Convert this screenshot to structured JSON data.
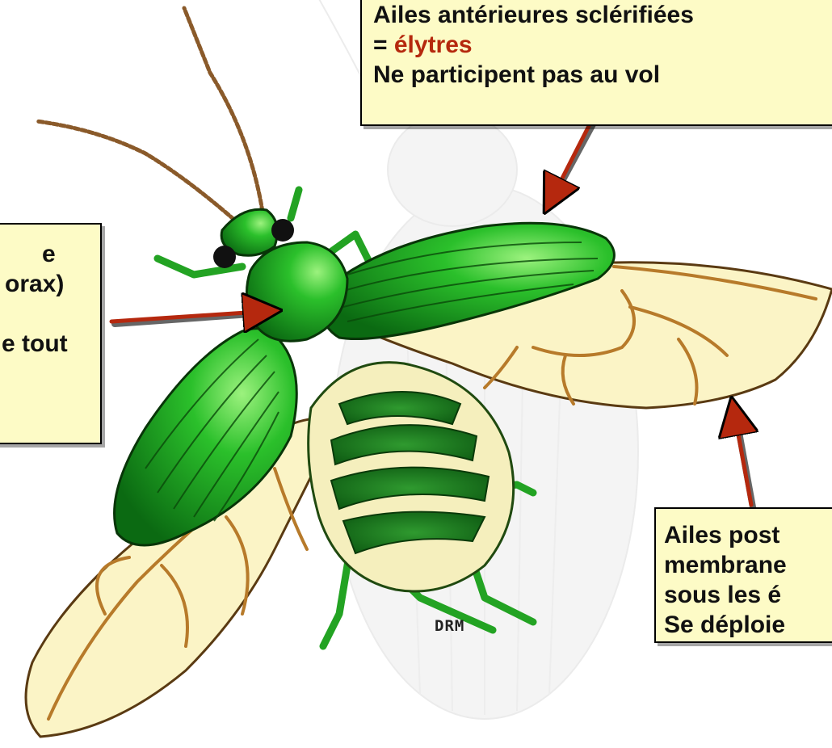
{
  "colors": {
    "callout_fill": "#fdfbc6",
    "arrow": "#b5280e",
    "elytra_green": "#1f9a1f",
    "wing_fill": "#fbf4c6",
    "wing_vein": "#b77a2a"
  },
  "callouts": {
    "top": {
      "line1": "Ailes antérieures sclérifiées",
      "line2_prefix": "= ",
      "line2_term": "élytres",
      "line3": "Ne participent pas au vol"
    },
    "left": {
      "line1": "e",
      "line2": "orax)",
      "line3": "e tout"
    },
    "right": {
      "line1": "Ailes post",
      "line2": "membrane",
      "line3": "sous les é",
      "line4": "Se déploie"
    }
  },
  "signature": "DRM"
}
